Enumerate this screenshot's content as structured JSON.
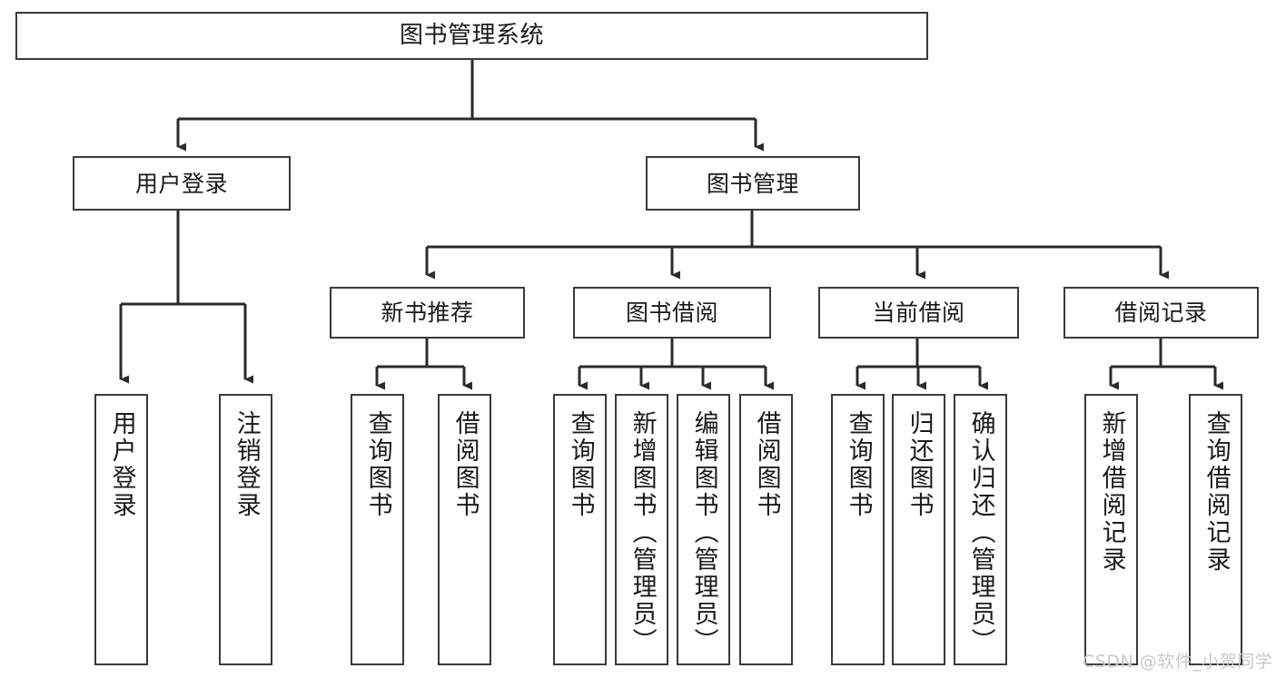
{
  "diagram": {
    "title": "图书管理系统",
    "type": "functional-decomposition-tree",
    "watermark": "CSDN @软件_小贺同学",
    "colors": {
      "box_border": "#3a3a3a",
      "box_fill": "#ffffff",
      "connector": "#2b2b2b",
      "text": "#1a1a1a",
      "watermark": "#c9c9c9"
    },
    "nodes": {
      "root": {
        "label": "图书管理系统"
      },
      "level2": [
        {
          "id": "user-login",
          "label": "用户登录"
        },
        {
          "id": "book-management",
          "label": "图书管理"
        }
      ],
      "level3": [
        {
          "id": "new-book-recommend",
          "label": "新书推荐"
        },
        {
          "id": "book-borrow",
          "label": "图书借阅"
        },
        {
          "id": "current-borrow",
          "label": "当前借阅"
        },
        {
          "id": "borrow-record",
          "label": "借阅记录"
        }
      ],
      "leaves": {
        "user_login": [
          {
            "id": "leaf-user-login",
            "label": "用户登录"
          },
          {
            "id": "leaf-logout",
            "label": "注销登录"
          }
        ],
        "new_book_recommend": [
          {
            "id": "leaf-query-book-1",
            "label": "查询图书"
          },
          {
            "id": "leaf-borrow-book-1",
            "label": "借阅图书"
          }
        ],
        "book_borrow": [
          {
            "id": "leaf-query-book-2",
            "label": "查询图书"
          },
          {
            "id": "leaf-add-book",
            "label": "新增图书（管理员）"
          },
          {
            "id": "leaf-edit-book",
            "label": "编辑图书（管理员）"
          },
          {
            "id": "leaf-borrow-book-2",
            "label": "借阅图书"
          }
        ],
        "current_borrow": [
          {
            "id": "leaf-query-book-3",
            "label": "查询图书"
          },
          {
            "id": "leaf-return-book",
            "label": "归还图书"
          },
          {
            "id": "leaf-confirm-return",
            "label": "确认归还（管理员）"
          }
        ],
        "borrow_record": [
          {
            "id": "leaf-add-record",
            "label": "新增借阅记录"
          },
          {
            "id": "leaf-query-record",
            "label": "查询借阅记录"
          }
        ]
      }
    }
  }
}
